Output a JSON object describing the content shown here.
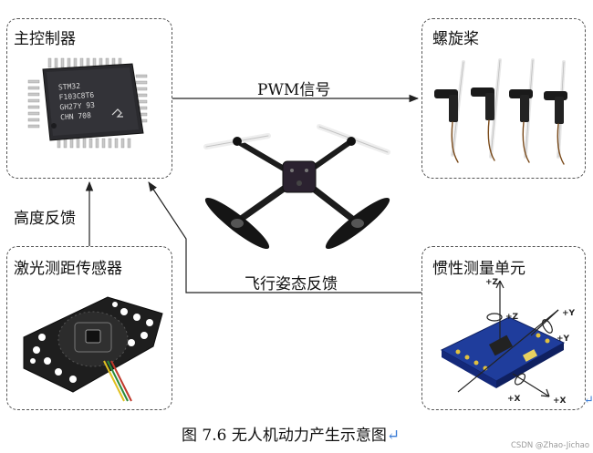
{
  "boxes": {
    "controller": "主控制器",
    "propeller": "螺旋桨",
    "laser_sensor": "激光测距传感器",
    "imu": "惯性测量单元"
  },
  "arrows": {
    "pwm": "PWM信号",
    "height_feedback": "高度反馈",
    "attitude_feedback": "飞行姿态反馈"
  },
  "chip_marking": [
    "STM32",
    "F103C8T6",
    "GH27Y 93",
    "CHN 708"
  ],
  "imu_axes": {
    "z_top": "+Z",
    "z_side": "+Z",
    "y_right": "+Y",
    "y_mid": "+Y",
    "x_left": "+X",
    "x_right": "+X"
  },
  "caption": "图 7.6  无人机动力产生示意图",
  "caption_mark": "↵",
  "side_mark": "↵",
  "watermark": "CSDN @Zhao-Jichao",
  "colors": {
    "border": "#555555",
    "arrow": "#222222",
    "return_mark": "#3a7bd5"
  }
}
